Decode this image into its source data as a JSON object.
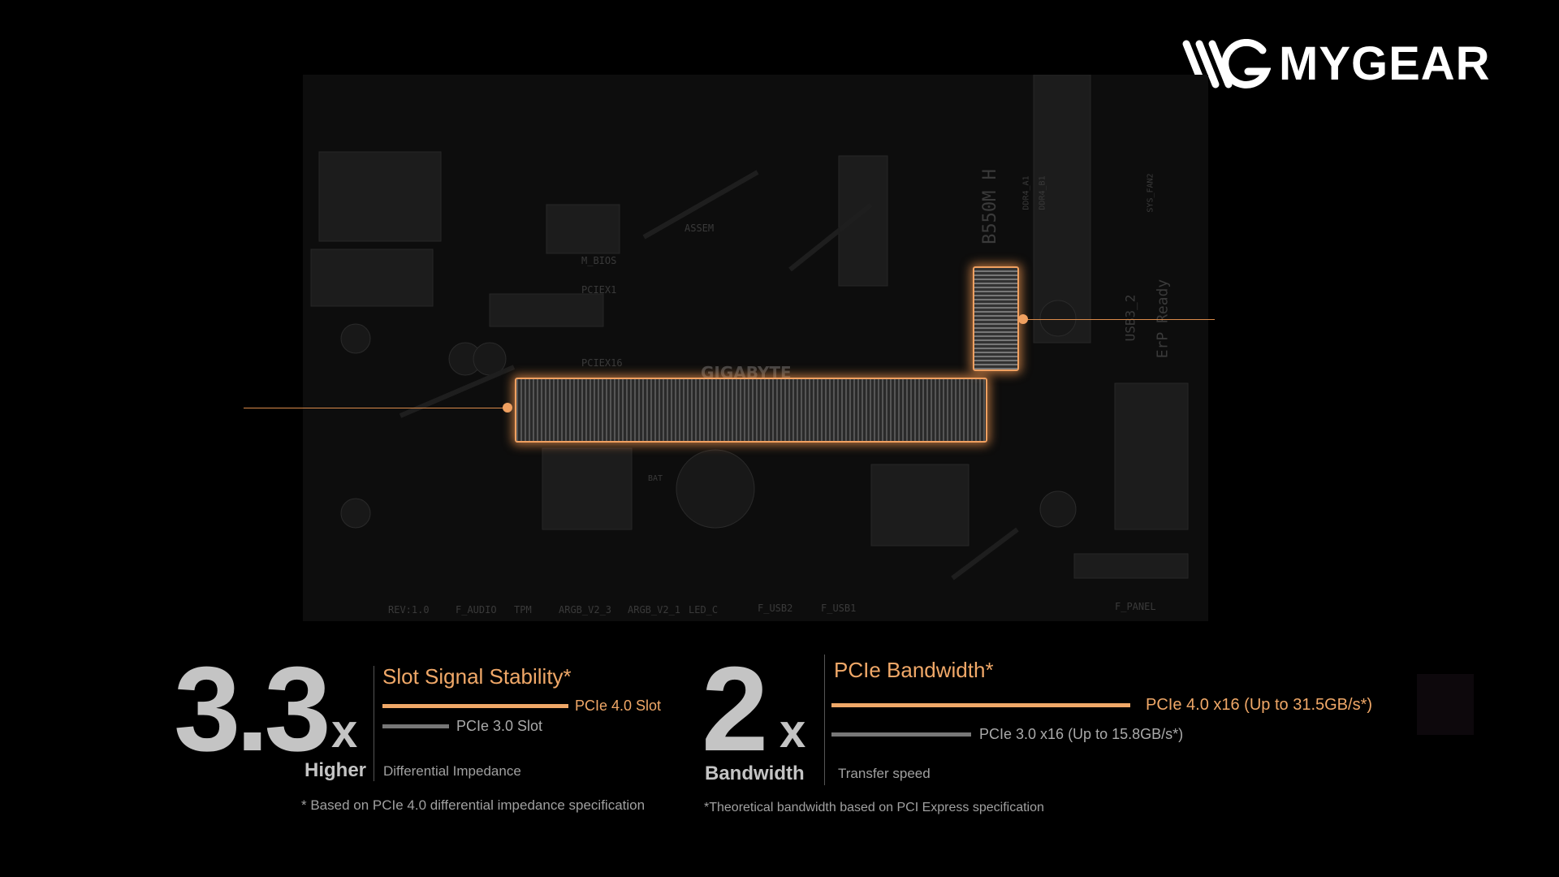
{
  "brand": {
    "name": "MYGEAR",
    "icon": "mygear-logo-icon"
  },
  "board": {
    "silkscreen": [
      "GIGABYTE",
      "B550M H",
      "PCIEX16",
      "PCIEX1",
      "M_BIOS",
      "ASSEM",
      "F_AUDIO",
      "TPM",
      "ARGB_V2_3",
      "ARGB_V2_1",
      "LED_C",
      "F_USB2",
      "F_USB1",
      "F_PANEL",
      "REV:1.0",
      "ErP Ready",
      "USB3_2",
      "DDR4_A1",
      "DDR4_B1",
      "SYS_FAN2",
      "BAT"
    ],
    "highlight_color": "#f0a060"
  },
  "stat1": {
    "value": "3.3",
    "unit": "x",
    "caption": "Higher",
    "title": "Slot Signal Stability*",
    "bar_new_label": "PCIe 4.0 Slot",
    "bar_old_label": "PCIe 3.0 Slot",
    "bar_new_value": 3.3,
    "bar_old_value": 1,
    "metric": "Differential Impedance",
    "footnote": "* Based on PCIe 4.0 differential impedance specification"
  },
  "stat2": {
    "value": "2",
    "unit": "x",
    "caption": "Bandwidth",
    "title": "PCIe Bandwidth*",
    "bar_new_label": "PCIe 4.0 x16 (Up to 31.5GB/s*)",
    "bar_old_label": "PCIe 3.0 x16 (Up to 15.8GB/s*)",
    "bar_new_value": 31.5,
    "bar_old_value": 15.8,
    "metric": "Transfer speed",
    "footnote": "*Theoretical bandwidth based on PCI Express specification"
  },
  "colors": {
    "accent": "#f0a868",
    "old": "#777777",
    "text": "#c4c4c4"
  }
}
